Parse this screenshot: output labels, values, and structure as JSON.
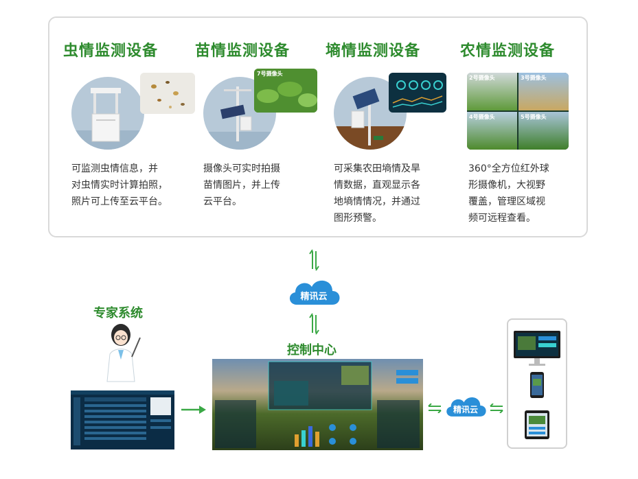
{
  "monitors": [
    {
      "title": "虫情监测设备",
      "description": "可监测虫情信息，并\n对虫情实时计算拍照，\n照片可上传至云平台。"
    },
    {
      "title": "苗情监测设备",
      "description": "摄像头可实时拍摄\n苗情图片，并上传\n云平台。",
      "camera_tag": "7号摄像头"
    },
    {
      "title": "墒情监测设备",
      "description": "可采集农田墒情及旱\n情数据，直观显示各\n地墒情情况，并通过\n图形预警。"
    },
    {
      "title": "农情监测设备",
      "description": "360°全方位红外球\n形摄像机，大视野\n覆盖，管理区域视\n频可远程查看。",
      "camera_tags": [
        "2号摄像头",
        "3号摄像头",
        "4号摄像头",
        "5号摄像头"
      ]
    }
  ],
  "cloud_label": "精讯云",
  "control_center_label": "控制中心",
  "expert_label": "专家系统",
  "colors": {
    "accent_green": "#2e8b2e",
    "cloud_blue": "#2a8fd8",
    "arrow_green": "#3aa845",
    "dashboard_dark": "#0b2c45"
  }
}
